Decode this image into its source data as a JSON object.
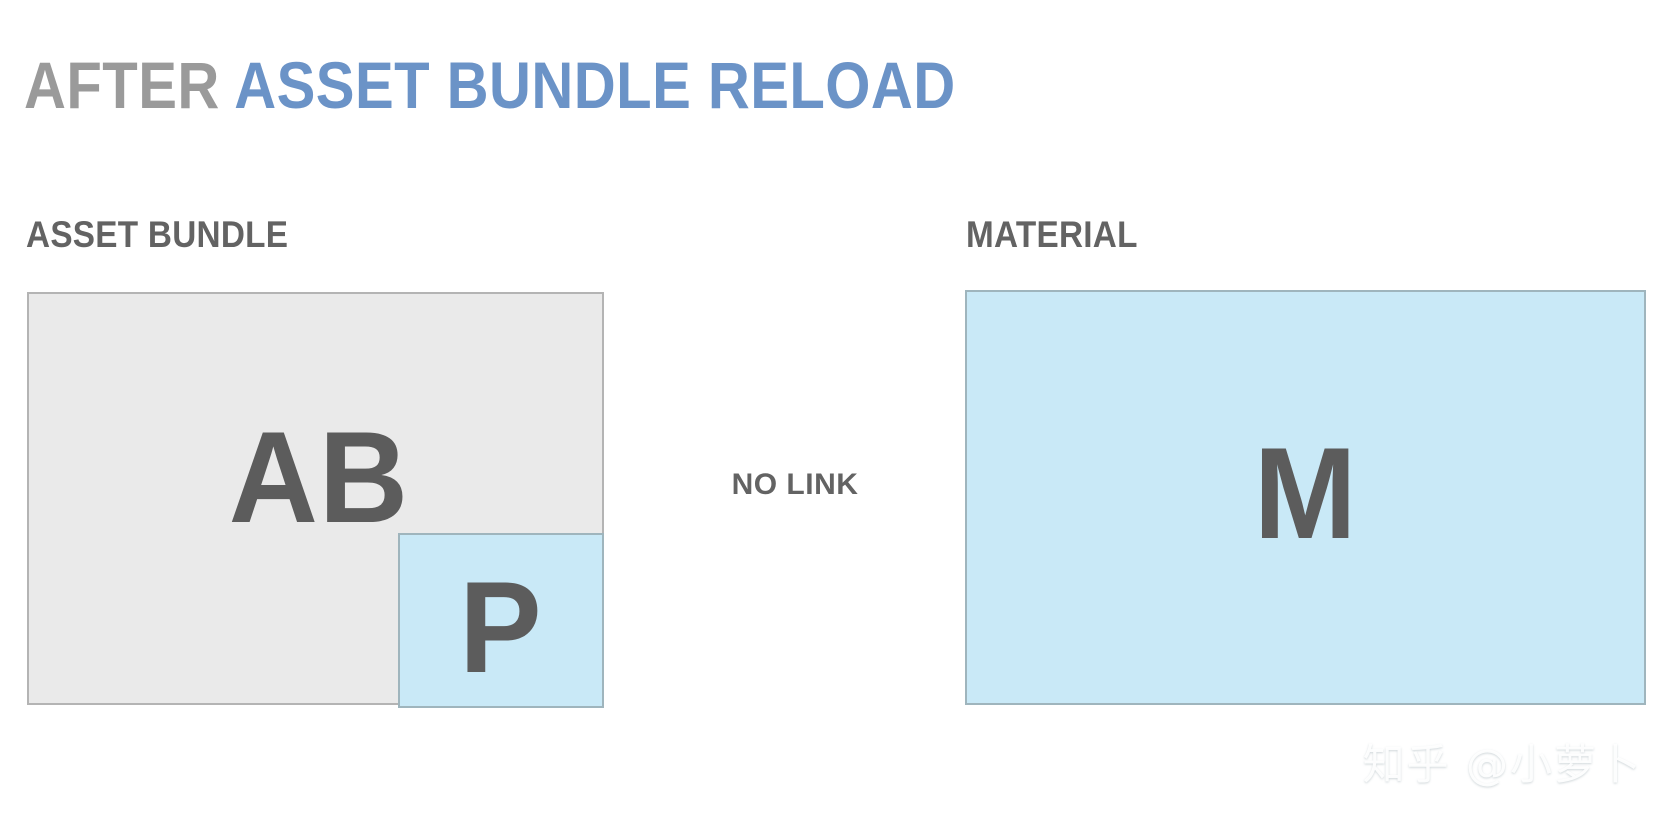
{
  "title": {
    "prefix": "AFTER ",
    "highlight": "ASSET BUNDLE RELOAD",
    "prefix_color": "#9a9a9a",
    "highlight_color": "#6b93c7"
  },
  "columns": {
    "left_caption": "ASSET BUNDLE",
    "right_caption": "MATERIAL"
  },
  "boxes": {
    "asset_bundle": {
      "letter": "AB",
      "fill": "#eaeaea",
      "border": "#b4b4b4"
    },
    "prefab": {
      "letter": "P",
      "fill": "#c9e9f7",
      "border": "#9fb5bd"
    },
    "material": {
      "letter": "M",
      "fill": "#c9e9f7",
      "border": "#9fb5bd"
    }
  },
  "connector": {
    "label": "NO LINK",
    "color": "#636363"
  },
  "watermark": {
    "text": "知乎 @小萝卜"
  }
}
